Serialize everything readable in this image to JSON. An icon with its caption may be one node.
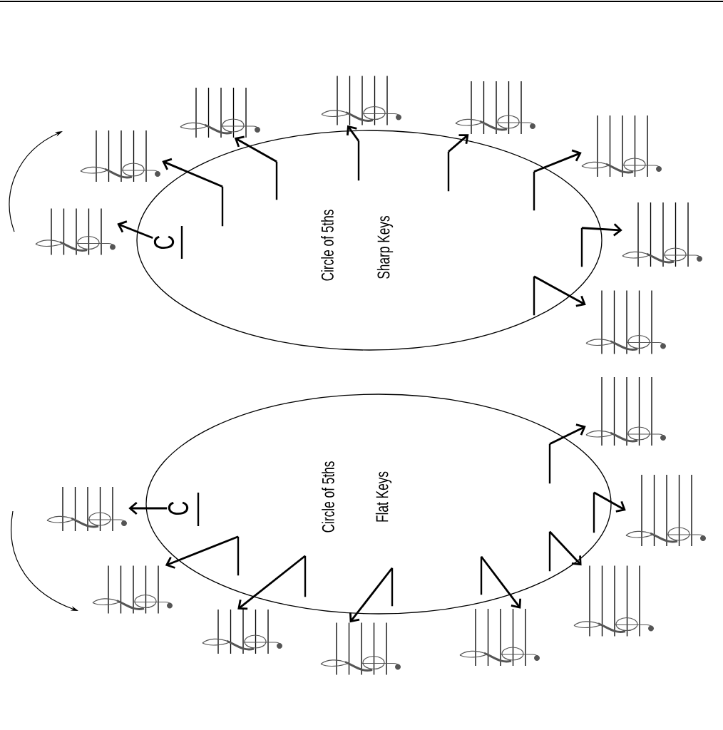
{
  "diagram": {
    "nodes": [
      {
        "text": [
          "Circle of 5ths",
          "Sharp Keys"
        ]
      },
      {
        "text": [
          "C"
        ],
        "in": 0
      },
      {
        "text": [],
        "shape": "line",
        "in": 0
      },
      {
        "text": [],
        "shape": "line",
        "in": 0
      },
      {
        "text": [],
        "shape": "line",
        "in": 0
      },
      {
        "text": [],
        "shape": "line",
        "in": 0
      },
      {
        "text": [],
        "shape": "line",
        "in": 0
      },
      {
        "text": [],
        "shape": "line",
        "in": 0
      },
      {
        "text": [],
        "shape": "line",
        "in": 0
      },
      {
        "text": [],
        "shape": "picture"
      },
      {
        "text": [],
        "shape": "picture"
      },
      {
        "text": [],
        "shape": "picture"
      },
      {
        "text": [],
        "shape": "picture"
      },
      {
        "text": [],
        "shape": "picture"
      },
      {
        "text": [],
        "shape": "picture"
      },
      {
        "text": [],
        "shape": "picture"
      },
      {
        "text": [],
        "shape": "picture"
      },
      {
        "text": [
          "Circle of 5ths",
          "Flat Keys"
        ]
      },
      {
        "text": [
          "C"
        ],
        "in": 17
      },
      {
        "text": [],
        "shape": "line",
        "in": 17
      },
      {
        "text": [],
        "shape": "line",
        "in": 17
      },
      {
        "text": [],
        "shape": "line",
        "in": 17
      },
      {
        "text": [],
        "shape": "line",
        "in": 17
      },
      {
        "text": [],
        "shape": "line",
        "in": 17
      },
      {
        "text": [],
        "shape": "line",
        "in": 17
      },
      {
        "text": [],
        "shape": "line",
        "in": 17
      },
      {
        "text": [],
        "shape": "picture"
      },
      {
        "text": [],
        "shape": "picture"
      },
      {
        "text": [],
        "shape": "picture"
      },
      {
        "text": [],
        "shape": "picture"
      },
      {
        "text": [],
        "shape": "picture"
      },
      {
        "text": [],
        "shape": "picture"
      },
      {
        "text": [],
        "shape": "picture"
      },
      {
        "text": [],
        "shape": "picture"
      }
    ],
    "edges": [
      {
        "from": 1,
        "to": 9,
        "arrow": "to"
      },
      {
        "from": 2,
        "to": 10,
        "arrow": "to"
      },
      {
        "from": 3,
        "to": 11,
        "arrow": "to"
      },
      {
        "from": 4,
        "to": 12,
        "arrow": "to"
      },
      {
        "from": 5,
        "to": 13,
        "arrow": "to"
      },
      {
        "from": 6,
        "to": 14,
        "arrow": "to"
      },
      {
        "from": 7,
        "to": 15,
        "arrow": "to"
      },
      {
        "from": 8,
        "to": 16,
        "arrow": "to"
      },
      {
        "from": 18,
        "to": 26,
        "arrow": "to"
      },
      {
        "from": 19,
        "to": 27,
        "arrow": "to"
      },
      {
        "from": 20,
        "to": 28,
        "arrow": "to"
      },
      {
        "from": 21,
        "to": 29,
        "arrow": "to"
      },
      {
        "from": 22,
        "to": 30,
        "arrow": "to"
      },
      {
        "from": 23,
        "to": 31,
        "arrow": "to"
      },
      {
        "from": 24,
        "to": 32,
        "arrow": "to"
      },
      {
        "from": 25,
        "to": 33,
        "arrow": "to"
      }
    ]
  }
}
